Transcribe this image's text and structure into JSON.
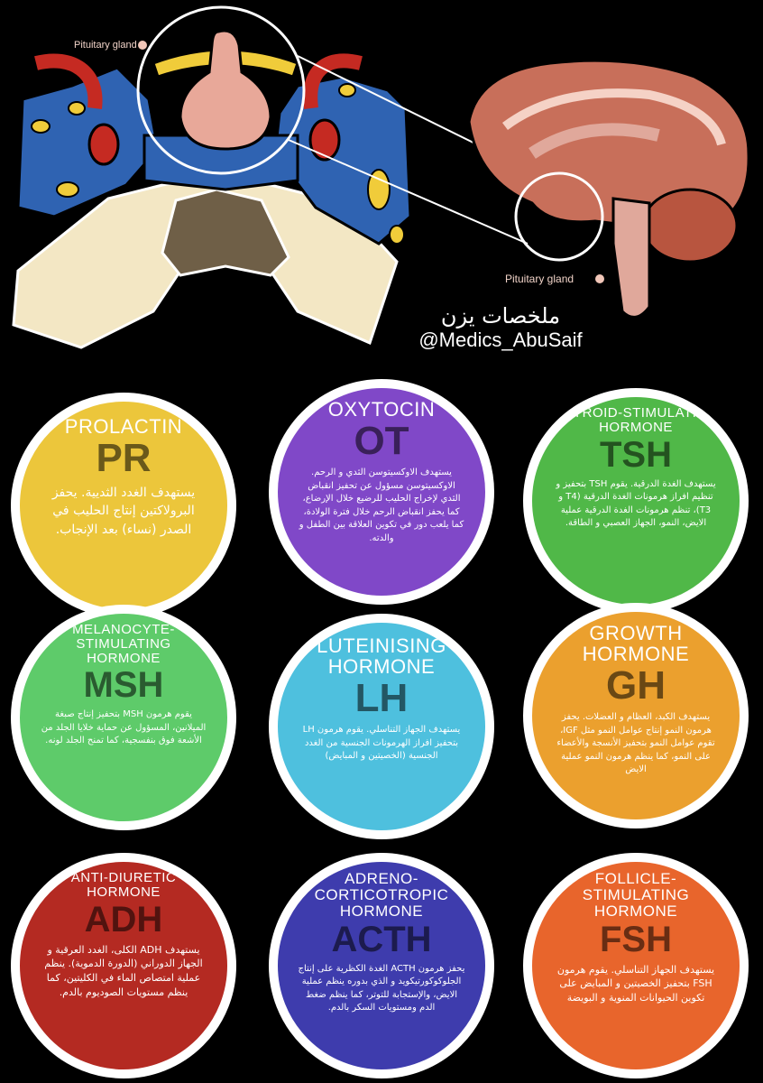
{
  "header": {
    "pituitary_label_left": "Pituitary gland",
    "pituitary_label_right": "Pituitary gland",
    "credit_arabic": "ملخصات يزن",
    "credit_handle": "@Medics_AbuSaif"
  },
  "hormones": [
    {
      "title": "PROLACTIN",
      "abbr": "PR",
      "desc": "يستهدف الغدد الثديية. يحفز البرولاكتين إنتاج الحليب في الصدر (نساء) بعد الإنجاب.",
      "color": "#ecc63b"
    },
    {
      "title": "OXYTOCIN",
      "abbr": "OT",
      "desc": "يستهدف الاوكسيتوسن الثدي و الرحم. الاوكسيتوسن مسؤول عن تحفيز انقباض الثدي لإخراج الحليب للرضيع خلال الإرضاع، كما يحفز انقباض الرحم خلال فترة الولادة، كما يلعب دور في تكوين العلاقة بين الطفل و والدته.",
      "color": "#8048c8"
    },
    {
      "title": "THYROID-STIMULATING HORMONE",
      "abbr": "TSH",
      "desc": "يستهدف الغدة الدرقية. يقوم TSH بتحفيز و تنظيم افراز هرمونات الغدة الدرقية (T4 و T3)، تنظم هرمونات الغدة الدرقية عملية الايض، النمو، الجهاز العصبي و الطاقة.",
      "color": "#50b848"
    },
    {
      "title": "MELANOCYTE-STIMULATING HORMONE",
      "abbr": "MSH",
      "desc": "يقوم هرمون MSH بتحفيز إنتاج صبغة الميلانين، المسؤول عن حماية خلايا الجلد من الأشعة فوق بنفسجية، كما تمنح الجلد لونه.",
      "color": "#5ecb6a"
    },
    {
      "title": "LUTEINISING HORMONE",
      "abbr": "LH",
      "desc": "يستهدف الجهاز التناسلي. يقوم هرمون LH بتحفيز افراز الهرمونات الجنسية من الغدد الجنسية (الخصيتين و المبايض)",
      "color": "#4ec0de"
    },
    {
      "title": "GROWTH HORMONE",
      "abbr": "GH",
      "desc": "يستهدف الكبد، العظام و العضلات. يحفز هرمون النمو إنتاج عوامل النمو مثل IGF، تقوم عوامل النمو بتحفيز الأنسجة والأعضاء على النمو، كما ينظم هرمون النمو عملية الايض",
      "color": "#eba02e"
    },
    {
      "title": "ANTI-DIURETIC HORMONE",
      "abbr": "ADH",
      "desc": "يستهدف ADH الكلى، الغدد العرقية و الجهاز الدوراني (الدورة الدموية). ينظم عملية امتصاص الماء في الكليتين، كما ينظم مستويات الصوديوم بالدم.",
      "color": "#b42a22"
    },
    {
      "title": "ADRENO-CORTICOTROPIC HORMONE",
      "abbr": "ACTH",
      "desc": "يحفز هرمون ACTH الغدة الكظرية على إنتاج الجلوكوكورتيكويد و الذي بدوره ينظم عملية الايض، والإستجابة للتوتر، كما ينظم ضغط الدم ومستويات السكر بالدم.",
      "color": "#3e3cad"
    },
    {
      "title": "FOLLICLE-STIMULATING HORMONE",
      "abbr": "FSH",
      "desc": "يستهدف الجهاز التناسلي. يقوم هرمون FSH بتحفيز الخصيتين و المبايض على تكوين الحيوانات المنوية و البويضة",
      "color": "#e8652c"
    }
  ]
}
